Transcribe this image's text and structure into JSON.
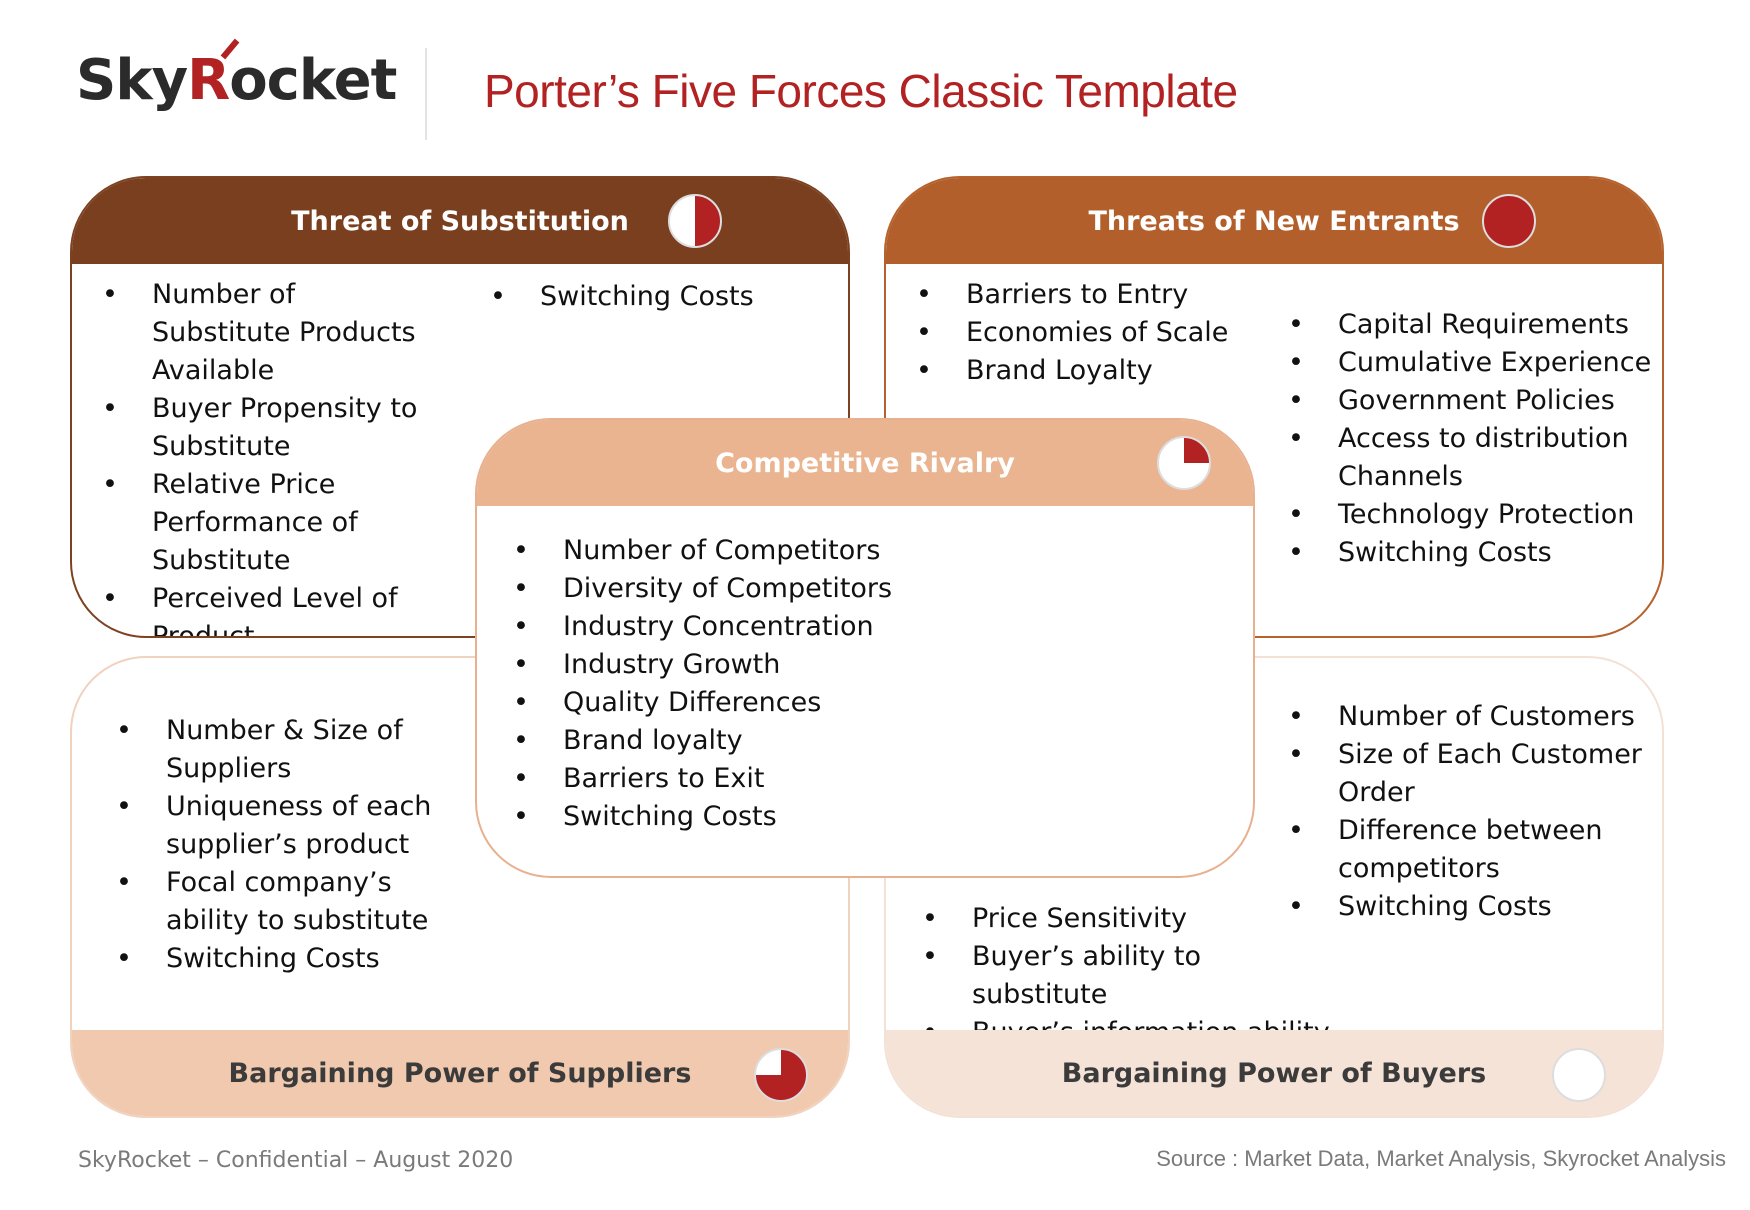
{
  "header": {
    "logo_prefix": "Sky",
    "logo_r": "R",
    "logo_suffix": "ocket",
    "title": "Porter’s Five Forces Classic Template"
  },
  "forces": {
    "substitution": {
      "title": "Threat of Substitution",
      "level": 0.5,
      "items_col1": [
        "Number of Substitute Products Available",
        "Buyer Propensity to Substitute",
        "Relative Price Performance of Substitute",
        "Perceived Level of Product Differentiation"
      ],
      "items_col2": [
        "Switching Costs"
      ]
    },
    "new_entrants": {
      "title": "Threats of New Entrants",
      "level": 1.0,
      "items_col1": [
        "Barriers to Entry",
        "Economies of Scale",
        "Brand Loyalty"
      ],
      "items_col2": [
        "Capital Requirements",
        "Cumulative Experience",
        "Government Policies",
        "Access to distribution Channels",
        "Technology Protection",
        "Switching Costs"
      ]
    },
    "rivalry": {
      "title": "Competitive Rivalry",
      "level": 0.25,
      "items": [
        "Number of Competitors",
        "Diversity of Competitors",
        "Industry Concentration",
        "Industry Growth",
        "Quality Differences",
        "Brand loyalty",
        "Barriers to Exit",
        "Switching Costs"
      ]
    },
    "suppliers": {
      "title": "Bargaining Power of Suppliers",
      "level": 0.75,
      "items": [
        "Number & Size of Suppliers",
        "Uniqueness of each supplier’s product",
        "Focal company’s ability to substitute",
        "Switching Costs"
      ]
    },
    "buyers": {
      "title": "Bargaining Power of Buyers",
      "level": 0.0,
      "items_col1": [
        "Price Sensitivity",
        "Buyer’s ability to substitute",
        "Buyer’s information ability"
      ],
      "items_col2": [
        "Number of Customers",
        "Size of Each Customer Order",
        "Difference between competitors",
        "Switching Costs"
      ]
    }
  },
  "colors": {
    "accent": "#b22222",
    "substitution_bar": "#7a3f1e",
    "new_entrants_bar": "#b35f2b",
    "rivalry_bar": "#e9b48f",
    "suppliers_bar": "#f0c9ae",
    "buyers_bar": "#f6e3d8"
  },
  "footer": {
    "left": "SkyRocket – Confidential – August 2020",
    "right": "Source : Market Data, Market Analysis, Skyrocket Analysis"
  }
}
